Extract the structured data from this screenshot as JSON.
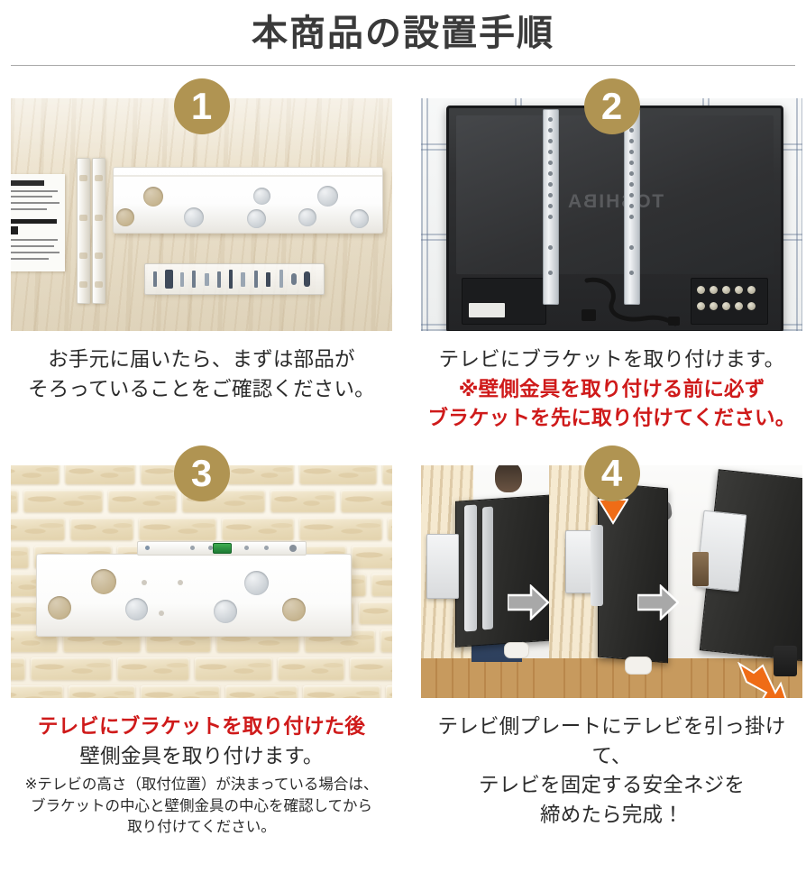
{
  "header": {
    "title": "本商品の設置手順"
  },
  "steps": [
    {
      "badge": "1",
      "photo_alt": "木目のテーブルの上に説明書・ブラケット2本・壁側プレート・ネジ類の袋が並べられている",
      "caption_lines": [
        {
          "text": "お手元に届いたら、まずは部品が",
          "color": "black",
          "size": "normal"
        },
        {
          "text": "そろっていることをご確認ください。",
          "color": "black",
          "size": "normal"
        }
      ]
    },
    {
      "badge": "2",
      "photo_alt": "チェック柄の布の上に伏せた薄型テレビの背面へ銀色のブラケット2本を取り付けた状態",
      "caption_lines": [
        {
          "text": "テレビにブラケットを取り付けます。",
          "color": "black",
          "size": "normal"
        },
        {
          "text": "※壁側金具を取り付ける前に必ず",
          "color": "red",
          "size": "normal"
        },
        {
          "text": "ブラケットを先に取り付けてください。",
          "color": "red",
          "size": "normal"
        }
      ]
    },
    {
      "badge": "3",
      "photo_alt": "ベージュのレンガ壁に白い壁側金具が水平器付きで取り付けられている",
      "caption_lines": [
        {
          "text": "テレビにブラケットを取り付けた後",
          "color": "red",
          "size": "normal"
        },
        {
          "text": "壁側金具を取り付けます。",
          "color": "black",
          "size": "normal"
        }
      ],
      "note_lines": [
        "※テレビの高さ（取付位置）が決まっている場合は、",
        "ブラケットの中心と壁側金具の中心を確認してから",
        "取り付けてください。"
      ]
    },
    {
      "badge": "4",
      "photo_alt": "3枚組の写真。テレビを持ち上げ、壁プレートに引っ掛け、安全ネジを締めるまでの流れ",
      "caption_lines": [
        {
          "text": "テレビ側プレートにテレビを引っ掛けて、",
          "color": "black",
          "size": "normal"
        },
        {
          "text": "テレビを固定する安全ネジを",
          "color": "black",
          "size": "normal"
        },
        {
          "text": "締めたら完成！",
          "color": "black",
          "size": "normal"
        }
      ]
    }
  ],
  "colors": {
    "badge_gold": "#b09452",
    "warning_red": "#cf1a1a",
    "title_gray": "#3a3a3a",
    "rule_gray": "#a9a9a9",
    "arrow_gray": "#a8a8a8",
    "arrow_orange": "#ef6c16"
  },
  "icons": {
    "badge": "numbered-circle-badge",
    "flow_arrow": "right-arrow-icon",
    "direction_arrow": "down-arrow-icon",
    "level": "bubble-level-icon"
  }
}
